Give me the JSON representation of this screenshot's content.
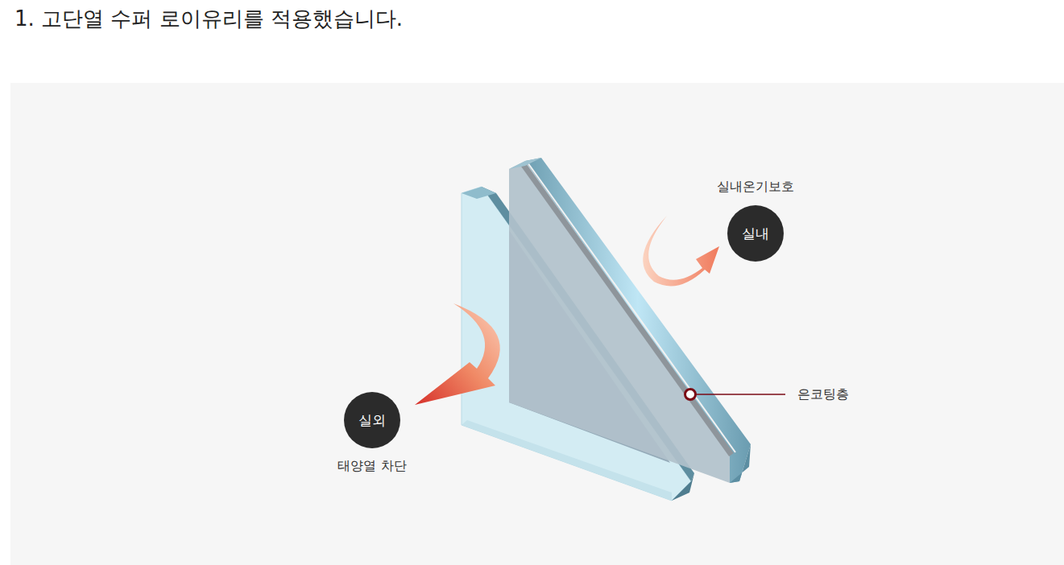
{
  "diagram": {
    "title": "1. 고단열 수퍼 로이유리를 적용했습니다.",
    "nodes": [
      {
        "text": [
          "실내온기보호",
          "실내"
        ]
      },
      {
        "text": [
          "실외",
          "태양열 차단"
        ]
      }
    ],
    "labels": [
      "은코팅층"
    ]
  }
}
